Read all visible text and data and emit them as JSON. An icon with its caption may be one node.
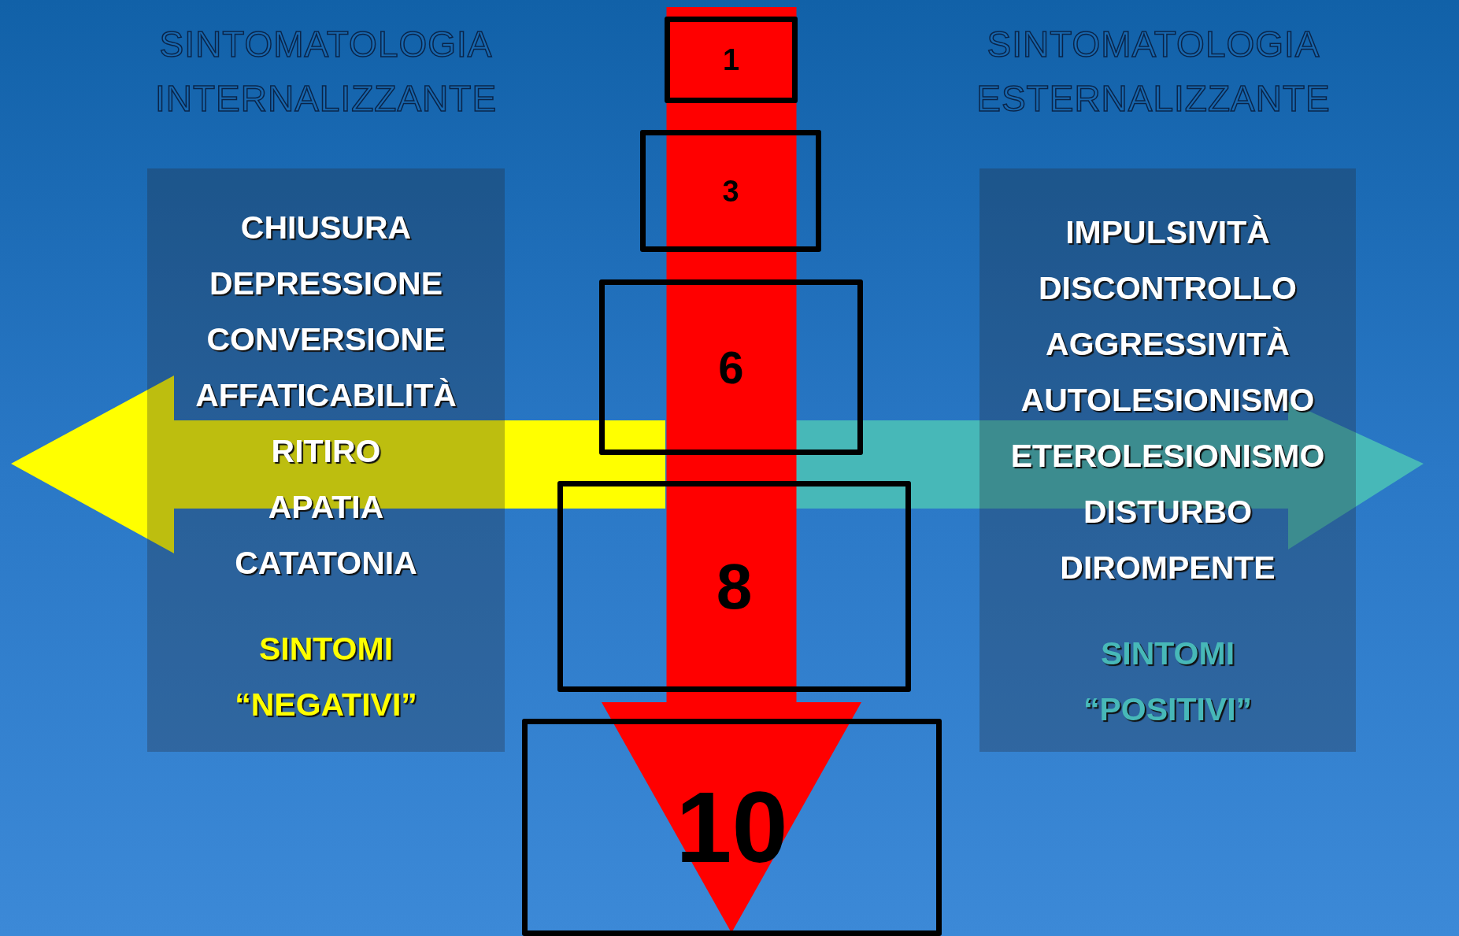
{
  "diagram": {
    "nodes": [
      {
        "text": [
          "CHIUSURA",
          "DEPRESSIONE",
          "CONVERSIONE",
          "AFFATICABILITÀ",
          "RITIRO",
          "APATIA",
          "CATATONIA",
          "SINTOMI “NEGATIVI”"
        ]
      },
      {
        "text": [
          "IMPULSIVITÀ",
          "DISCONTROLLO",
          "AGGRESSIVITÀ",
          "AUTOLESIONISMO",
          "ETEROLESIONISMO",
          "DISTURBO DIROMPENTE",
          "SINTOMI “POSITIVI”"
        ]
      },
      {
        "text": [
          "1"
        ]
      },
      {
        "text": [
          "3"
        ]
      },
      {
        "text": [
          "6"
        ]
      },
      {
        "text": [
          "8"
        ]
      },
      {
        "text": [
          "10"
        ]
      }
    ],
    "edges": [
      {
        "from": 2,
        "to": 6,
        "arrow": "to",
        "style": "thick",
        "color": "#ff0000"
      }
    ],
    "labels": [
      "SINTOMATOLOGIA INTERNALIZZANTE",
      "SINTOMATOLOGIA ESTERNALIZZANTE"
    ]
  }
}
